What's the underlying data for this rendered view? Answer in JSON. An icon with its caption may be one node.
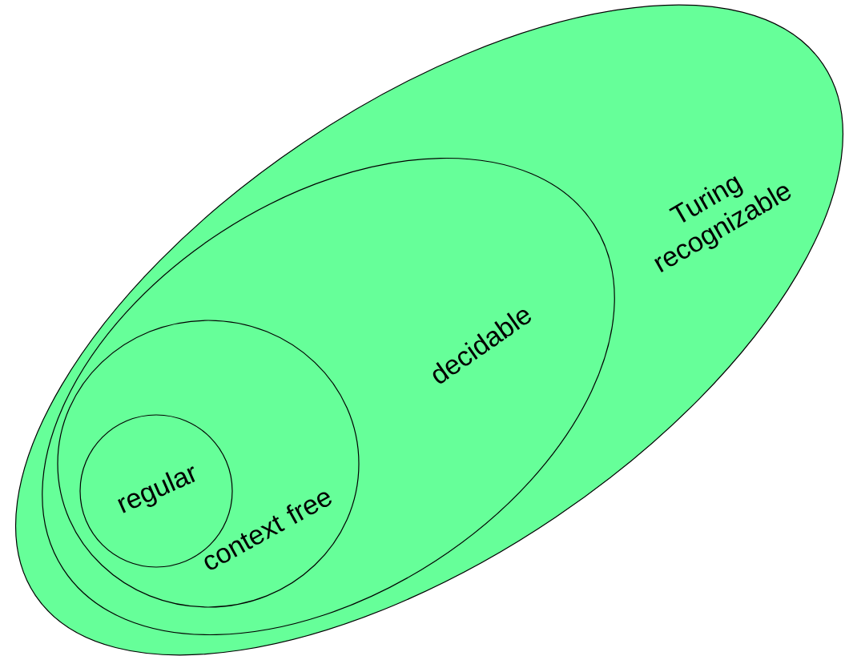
{
  "diagram": {
    "nodes": [
      {
        "text": [
          "Turing recognizable"
        ]
      },
      {
        "text": [
          "decidable"
        ],
        "in": 0
      },
      {
        "text": [
          "context free"
        ],
        "in": 1
      },
      {
        "text": [
          "regular"
        ],
        "in": 2
      }
    ]
  }
}
